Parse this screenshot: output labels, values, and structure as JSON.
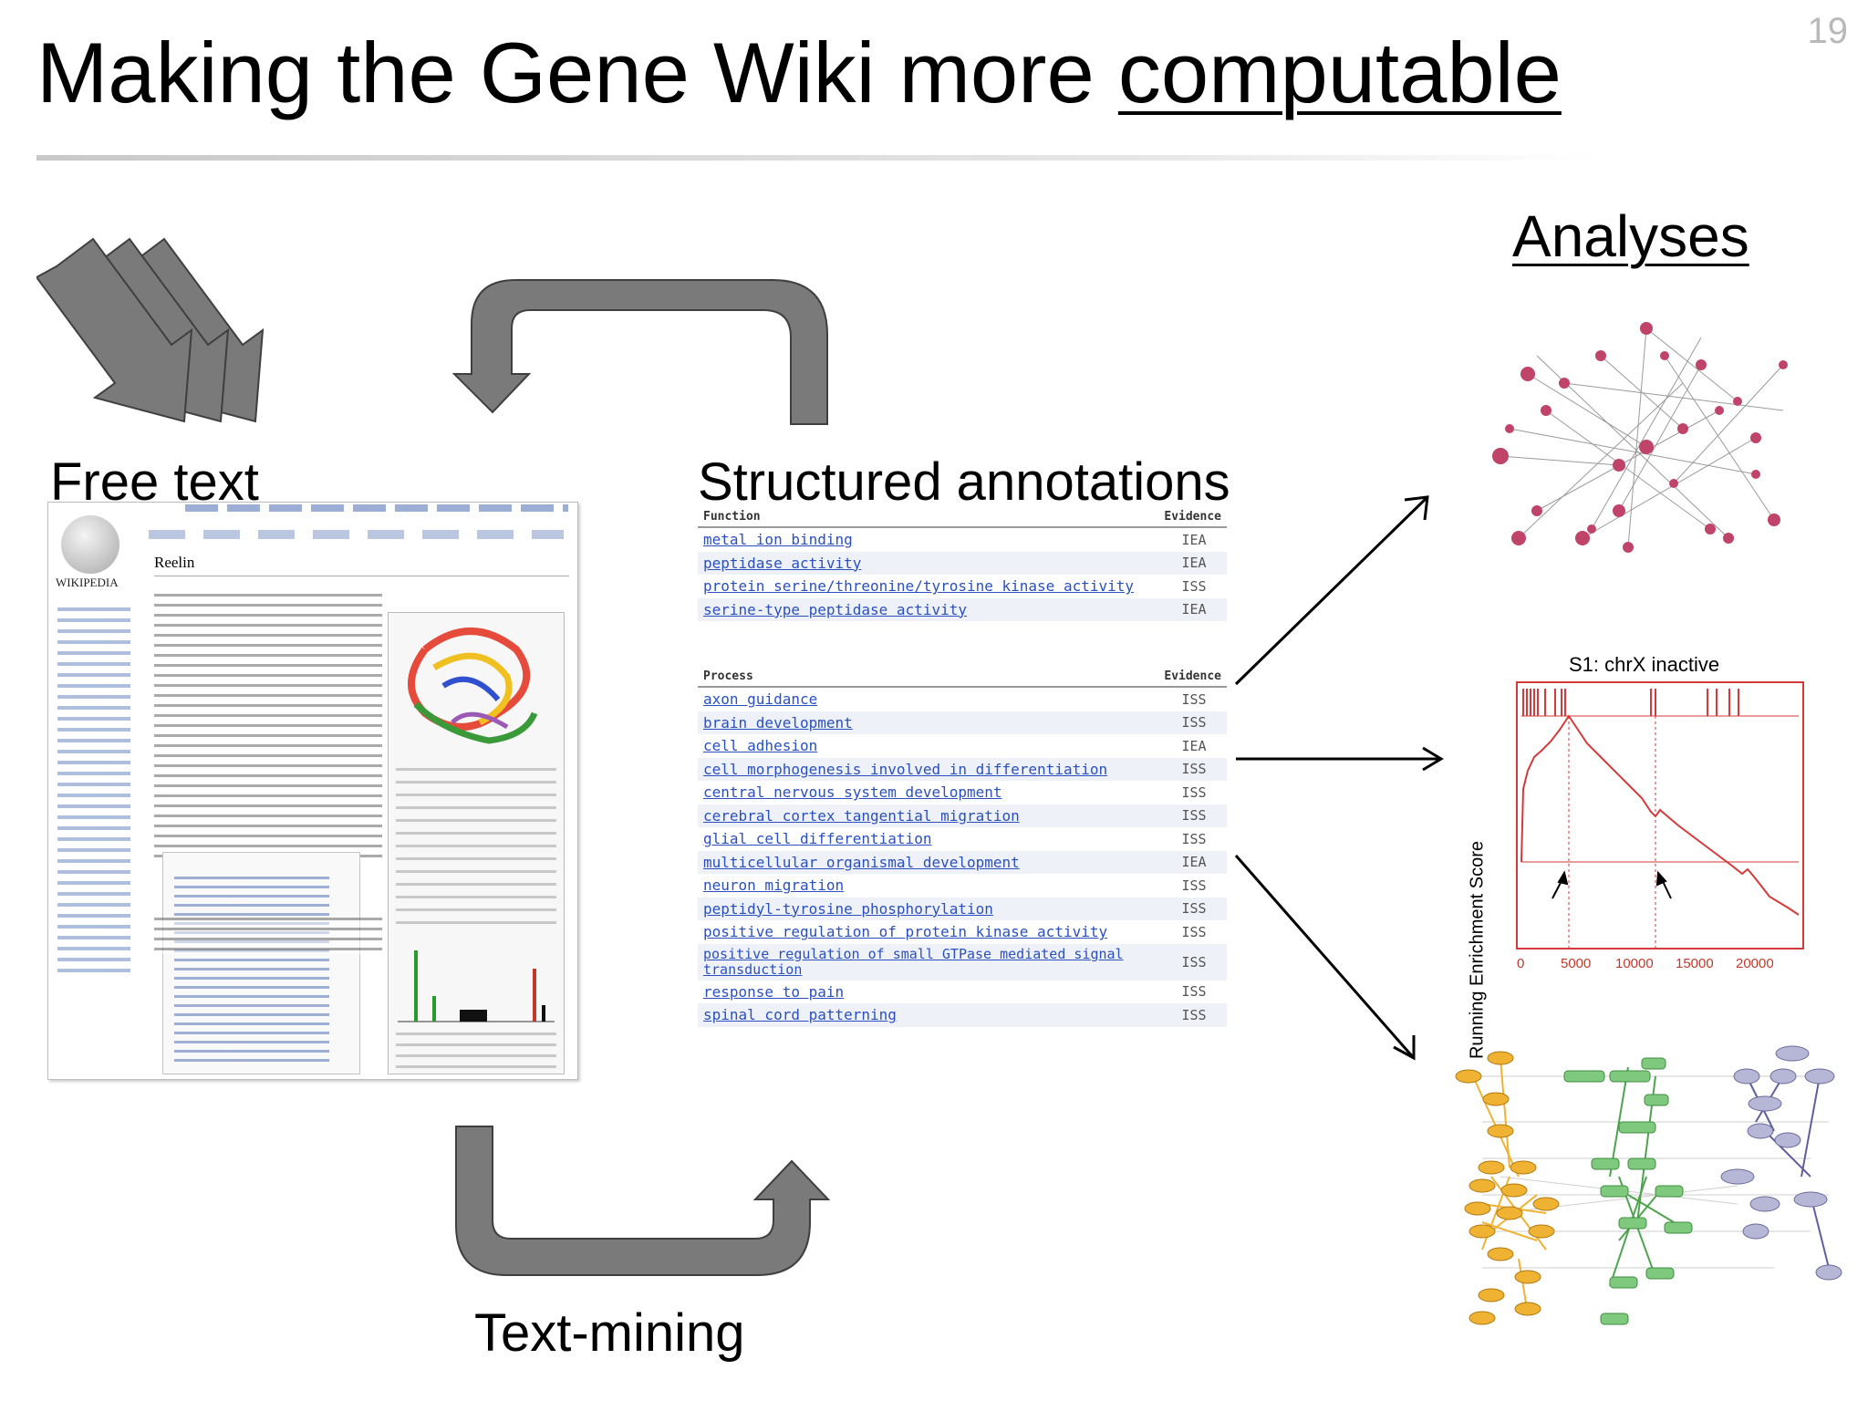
{
  "slide": {
    "number": "19",
    "title_prefix": "Making the Gene Wiki more ",
    "title_emphasis": "computable"
  },
  "labels": {
    "free_text": "Free text",
    "structured_annotations": "Structured annotations",
    "text_mining": "Text-mining",
    "analyses": "Analyses"
  },
  "wiki_page": {
    "wordmark": "WIKIPEDIA",
    "heading": "Reelin"
  },
  "function_table": {
    "header_term": "Function",
    "header_evidence": "Evidence",
    "rows": [
      {
        "term": "metal ion binding",
        "evidence": "IEA"
      },
      {
        "term": "peptidase activity",
        "evidence": "IEA"
      },
      {
        "term": "protein serine/threonine/tyrosine kinase activity",
        "evidence": "ISS"
      },
      {
        "term": "serine-type peptidase activity",
        "evidence": "IEA"
      }
    ]
  },
  "process_table": {
    "header_term": "Process",
    "header_evidence": "Evidence",
    "rows": [
      {
        "term": "axon guidance",
        "evidence": "ISS"
      },
      {
        "term": "brain development",
        "evidence": "ISS"
      },
      {
        "term": "cell adhesion",
        "evidence": "IEA"
      },
      {
        "term": "cell morphogenesis involved in differentiation",
        "evidence": "ISS"
      },
      {
        "term": "central nervous system development",
        "evidence": "ISS"
      },
      {
        "term": "cerebral cortex tangential migration",
        "evidence": "ISS"
      },
      {
        "term": "glial cell differentiation",
        "evidence": "ISS"
      },
      {
        "term": "multicellular organismal development",
        "evidence": "IEA"
      },
      {
        "term": "neuron migration",
        "evidence": "ISS"
      },
      {
        "term": "peptidyl-tyrosine phosphorylation",
        "evidence": "ISS"
      },
      {
        "term": "positive regulation of protein kinase activity",
        "evidence": "ISS"
      },
      {
        "term": "positive regulation of small GTPase mediated signal transduction",
        "evidence": "ISS"
      },
      {
        "term": "response to pain",
        "evidence": "ISS"
      },
      {
        "term": "spinal cord patterning",
        "evidence": "ISS"
      }
    ]
  },
  "gsea_plot": {
    "title": "S1: chrX inactive",
    "ylabel": "Running Enrichment Score",
    "x_ticks": [
      "0",
      "5000",
      "10000",
      "15000",
      "20000"
    ]
  },
  "colors": {
    "block_arrow": "#7a7a7a",
    "link_blue": "#2a4fbf",
    "gsea_red": "#d43a3a",
    "network_pink": "#c0436a",
    "network_orange": "#f0b232",
    "network_green": "#7fc97f",
    "network_lavender": "#b6b6d6"
  }
}
